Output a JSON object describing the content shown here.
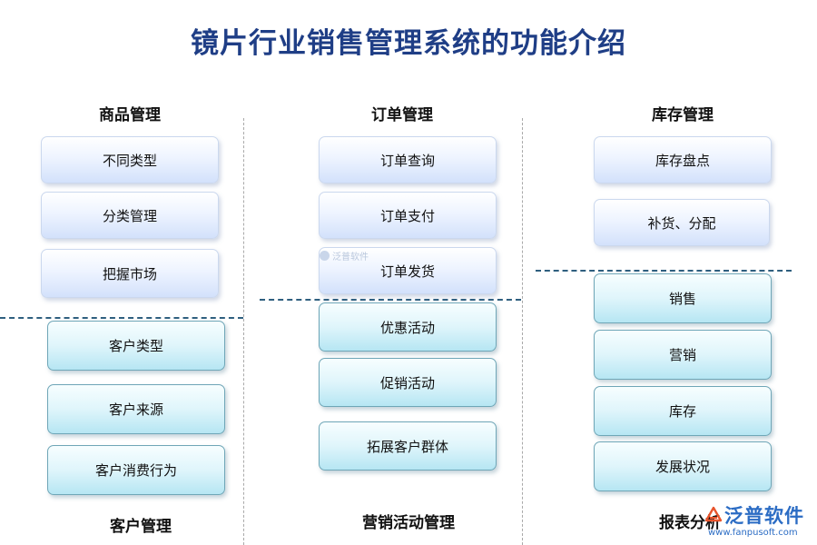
{
  "title": "镜片行业销售管理系统的功能介绍",
  "columns": [
    {
      "top_heading": "商品管理",
      "top_items": [
        "不同类型",
        "分类管理",
        "把握市场"
      ],
      "bottom_items": [
        "客户类型",
        "客户来源",
        "客户消费行为"
      ],
      "bottom_heading": "客户管理"
    },
    {
      "top_heading": "订单管理",
      "top_items": [
        "订单查询",
        "订单支付",
        "订单发货"
      ],
      "bottom_items": [
        "优惠活动",
        "促销活动",
        "拓展客户群体"
      ],
      "bottom_heading": "营销活动管理"
    },
    {
      "top_heading": "库存管理",
      "top_items": [
        "库存盘点",
        "补货、分配"
      ],
      "bottom_items": [
        "销售",
        "营销",
        "库存",
        "发展状况"
      ],
      "bottom_heading": "报表分析"
    }
  ],
  "watermark_small": "泛普软件",
  "logo": {
    "name": "泛普软件",
    "url": "www.fanpusoft.com",
    "icon": "fanpu-logo-icon",
    "color": "#2b6cc4"
  },
  "colors": {
    "title": "#1f3e86",
    "box_blue": "#d3e1fb",
    "box_cyan": "#b6e6f3",
    "divider": "#2f5f7f"
  }
}
